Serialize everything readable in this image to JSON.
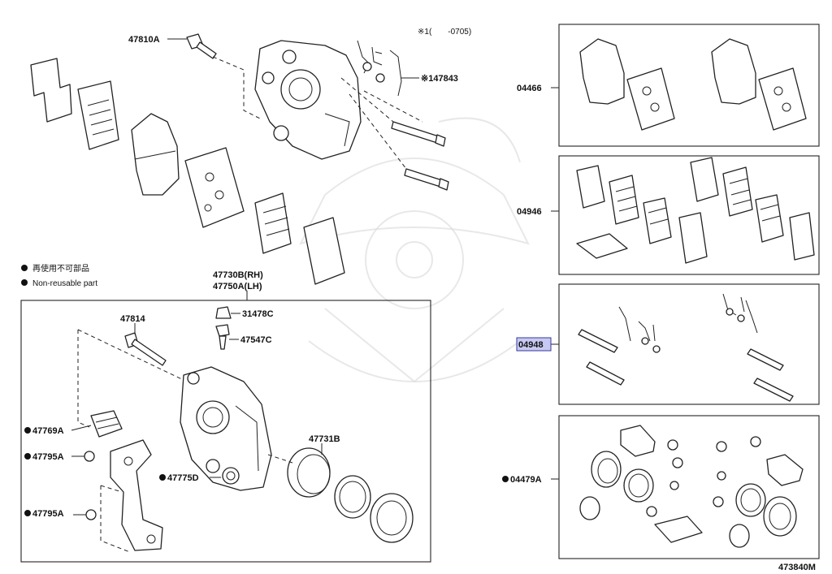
{
  "labels": {
    "p47810A": "47810A",
    "note_range": "※1(　　-0705)",
    "p47843": "※147843",
    "p04466": "04466",
    "p04946": "04946",
    "p04948": "04948",
    "p04479A": "04479A",
    "p47730B": "47730B(RH)",
    "p47750A": "47750A(LH)",
    "p31478C": "31478C",
    "p47547C": "47547C",
    "p47814": "47814",
    "p47769A": "47769A",
    "p47795A_1": "47795A",
    "p47795A_2": "47795A",
    "p47775D": "47775D",
    "p47731B": "47731B",
    "figure_no": "473840M"
  },
  "legend": {
    "jp": "再使用不可部品",
    "en": "Non-reusable part"
  },
  "highlight_color": "#c7c9f2"
}
